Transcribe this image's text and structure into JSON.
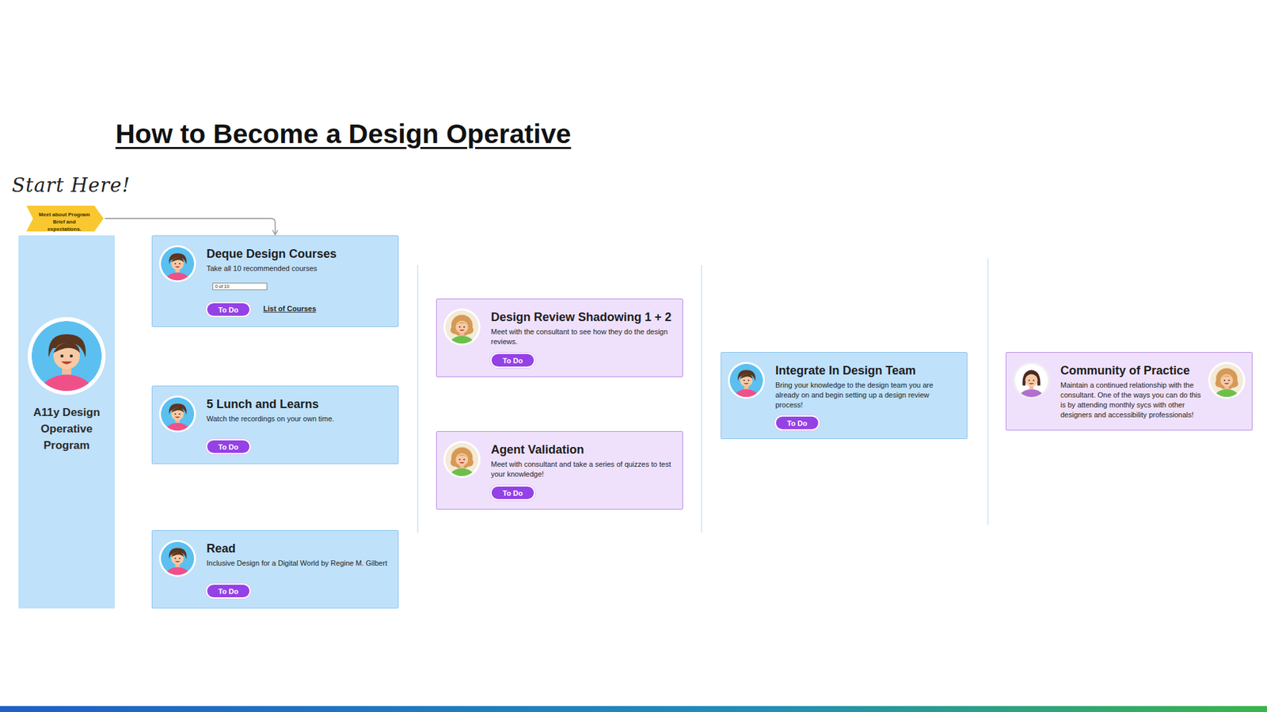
{
  "diagram": {
    "title": "How to Become a Design Operative",
    "nodes": [
      {
        "text": [
          "Meet about Program Brief and expectations."
        ]
      },
      {
        "text": [
          "A11y Design Operative Program"
        ]
      },
      {
        "text": [
          "Deque Design Courses",
          "Take all 10 recommended courses",
          "List of Courses"
        ]
      },
      {
        "text": [
          "0 of 10"
        ],
        "in": 2
      },
      {
        "text": [
          "To Do"
        ],
        "in": 2
      },
      {
        "text": [
          "5 Lunch and Learns",
          "Watch the recordings on your own time."
        ]
      },
      {
        "text": [
          "To Do"
        ],
        "in": 5
      },
      {
        "text": [
          "Read",
          "Inclusive Design for a Digital World by Regine M. Gilbert"
        ]
      },
      {
        "text": [
          "To Do"
        ],
        "in": 7
      },
      {
        "text": [
          "Design Review Shadowing 1 + 2",
          "Meet with the consultant to see how they do the design reviews."
        ]
      },
      {
        "text": [
          "To Do"
        ],
        "in": 9
      },
      {
        "text": [
          "Agent Validation",
          "Meet with consultant and take a series of quizzes to test your knowledge!"
        ]
      },
      {
        "text": [
          "To Do"
        ],
        "in": 11
      },
      {
        "text": [
          "Integrate In Design Team",
          "Bring your knowledge to the design team you are already on and begin setting up a design review process!"
        ]
      },
      {
        "text": [
          "To Do"
        ],
        "in": 13
      },
      {
        "text": [
          "Community of Practice",
          "Maintain a continued relationship with the consultant. One of the ways you can do this is by attending monthly sycs with other designers and accessibility professionals!"
        ]
      }
    ],
    "edges": [
      {
        "from": 0,
        "to": 2,
        "arrow": "to"
      }
    ],
    "labels": [
      "Start Here!"
    ]
  }
}
